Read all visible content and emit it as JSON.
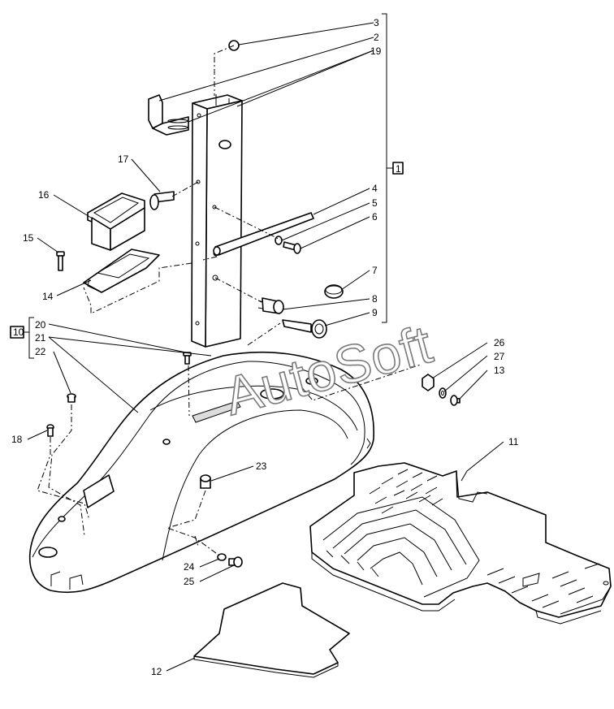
{
  "watermark": "AutoSoft",
  "callouts": {
    "c1": "1",
    "c2": "2",
    "c3": "3",
    "c4": "4",
    "c5": "5",
    "c6": "6",
    "c7": "7",
    "c8": "8",
    "c9": "9",
    "c10": "10",
    "c11": "11",
    "c12": "12",
    "c13": "13",
    "c14": "14",
    "c15": "15",
    "c16": "16",
    "c17": "17",
    "c18": "18",
    "c19": "19",
    "c20": "20",
    "c21": "21",
    "c22": "22",
    "c23": "23",
    "c24": "24",
    "c25": "25",
    "c26": "26",
    "c27": "27"
  }
}
